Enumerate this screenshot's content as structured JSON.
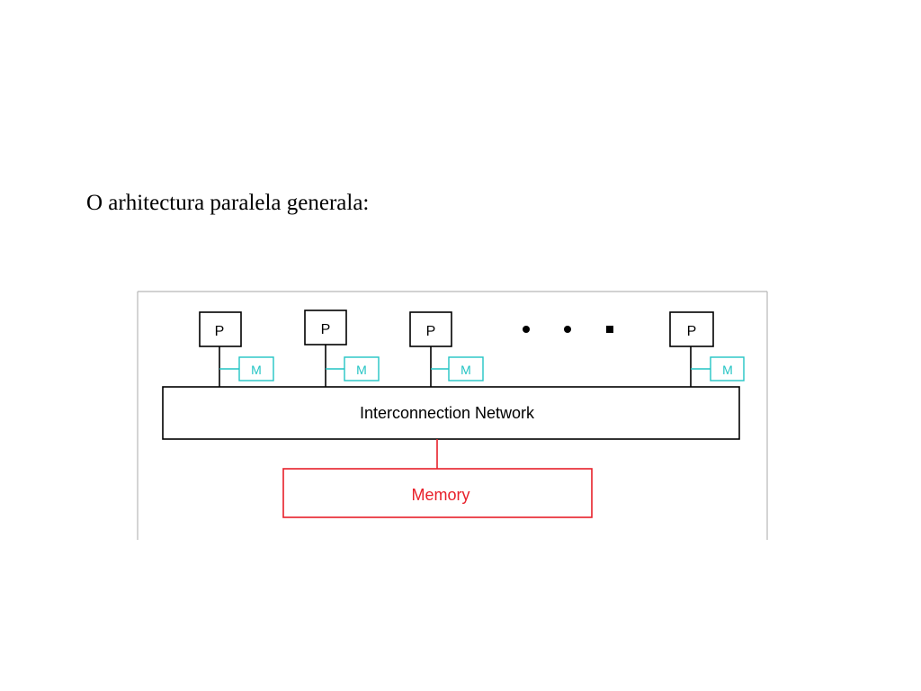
{
  "slide": {
    "title": "O arhitectura paralela generala:"
  },
  "diagram": {
    "processor_label": "P",
    "local_memory_label": "M",
    "network_label": "Interconnection Network",
    "shared_memory_label": "Memory",
    "processor_count_shown": 4,
    "has_ellipsis": true,
    "colors": {
      "processor": "#000000",
      "local_memory": "#22c4c4",
      "network": "#000000",
      "shared_memory": "#e8202a",
      "frame": "#b8b8b8"
    }
  }
}
